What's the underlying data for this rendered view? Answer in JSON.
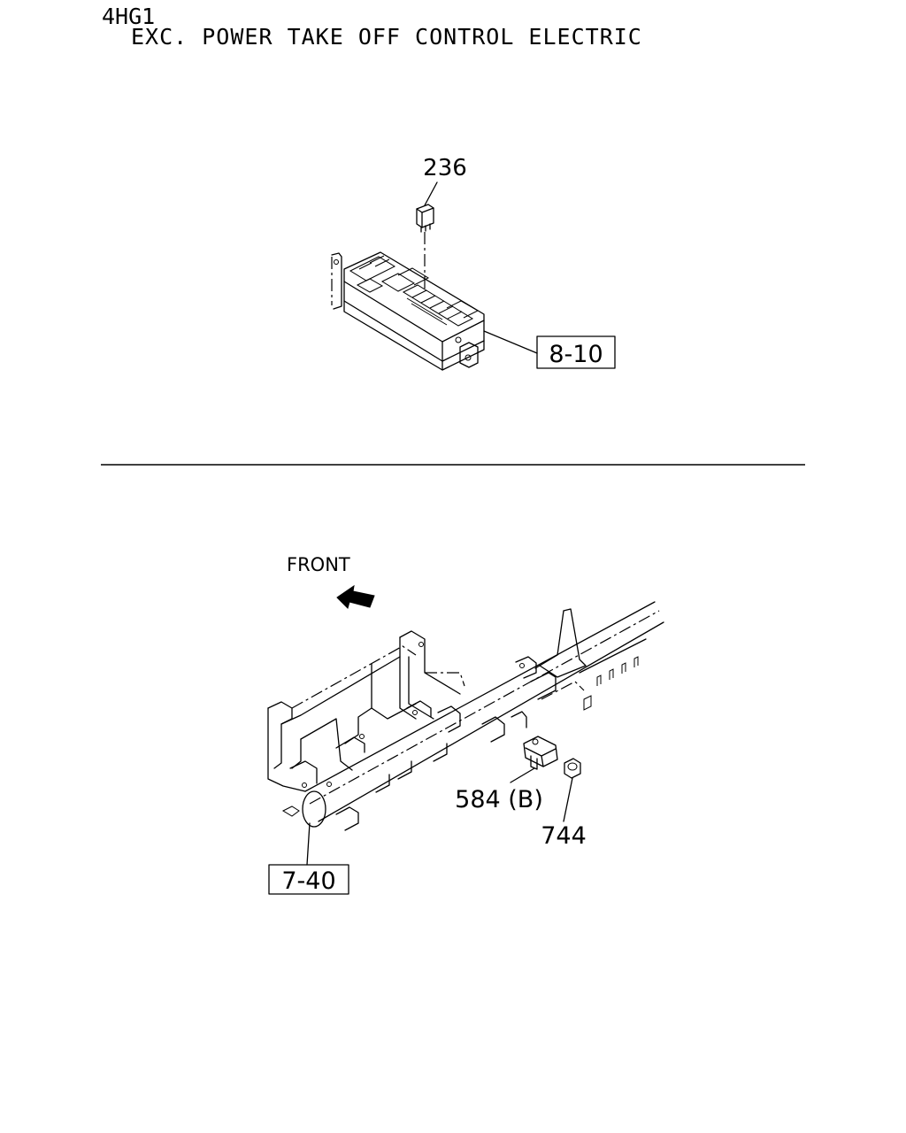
{
  "header": {
    "model": "4HG1",
    "caption": "EXC. POWER TAKE OFF CONTROL ELECTRIC"
  },
  "upper_view": {
    "callouts": {
      "relay": "236",
      "fuse_box_ref": "8-10"
    }
  },
  "lower_view": {
    "direction_label": "FRONT",
    "callouts": {
      "switch": "584 (B)",
      "nut": "744",
      "frame_ref": "7-40"
    }
  }
}
